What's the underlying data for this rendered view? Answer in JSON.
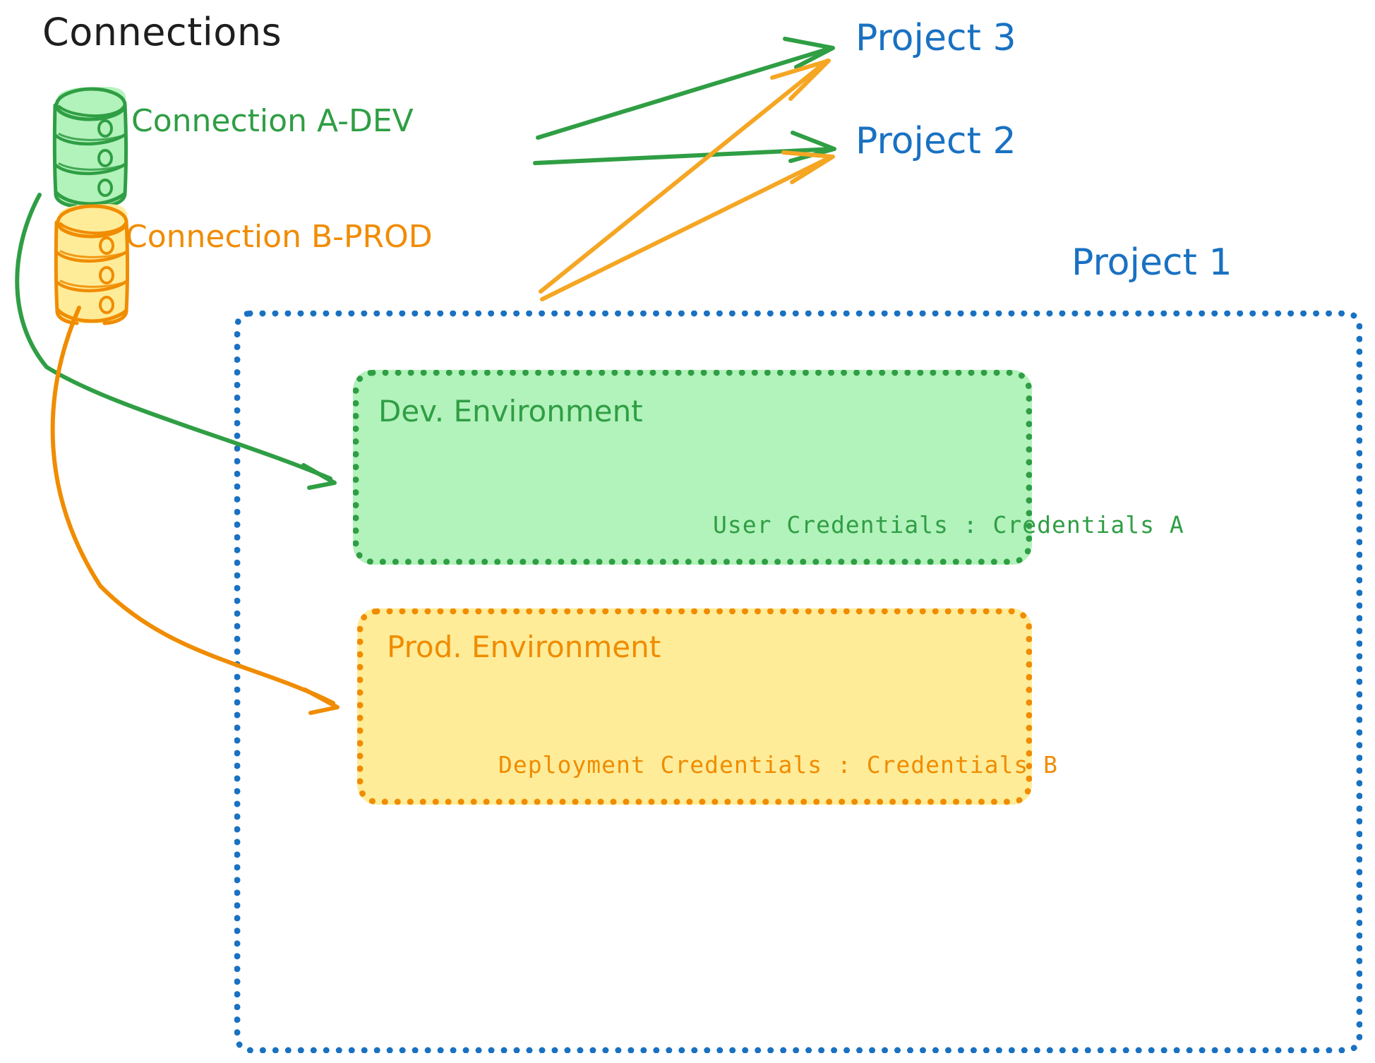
{
  "diagram": {
    "title": "Connections",
    "connections": [
      {
        "id": "a-dev",
        "label": "Connection A-DEV",
        "color": "#2f9e44",
        "icon": "database-cylinder-icon",
        "fill": "#b2f2bb"
      },
      {
        "id": "b-prod",
        "label": "Connection B-PROD",
        "color": "#f08c00",
        "icon": "database-cylinder-icon",
        "fill": "#ffec99"
      }
    ],
    "projects": [
      {
        "id": "project-3",
        "label": "Project 3",
        "color": "#1971c2"
      },
      {
        "id": "project-2",
        "label": "Project 2",
        "color": "#1971c2"
      },
      {
        "id": "project-1",
        "label": "Project 1",
        "color": "#1971c2"
      }
    ],
    "project1": {
      "label": "Project 1",
      "border_color": "#1971c2",
      "environments": [
        {
          "id": "dev",
          "title": "Dev. Environment",
          "credentials_label": "User Credentials : Credentials A",
          "color": "#2f9e44",
          "fill": "#b2f2bb"
        },
        {
          "id": "prod",
          "title": "Prod. Environment",
          "credentials_label": "Deployment Credentials : Credentials B",
          "color": "#f08c00",
          "fill": "#ffec99"
        }
      ]
    },
    "edges": [
      {
        "from": "a-dev",
        "to": "project-3",
        "color": "#2f9e44",
        "style": "straight-arrow"
      },
      {
        "from": "a-dev",
        "to": "project-2",
        "color": "#2f9e44",
        "style": "straight-arrow"
      },
      {
        "from": "a-dev",
        "to": "dev-environment",
        "color": "#2f9e44",
        "style": "curved-arrow"
      },
      {
        "from": "b-prod",
        "to": "project-3",
        "color": "#f5a623",
        "style": "straight-arrow"
      },
      {
        "from": "b-prod",
        "to": "project-2",
        "color": "#f5a623",
        "style": "straight-arrow"
      },
      {
        "from": "b-prod",
        "to": "prod-environment",
        "color": "#f08c00",
        "style": "curved-arrow"
      }
    ],
    "colors": {
      "green_stroke": "#2f9e44",
      "green_fill": "#b2f2bb",
      "orange_stroke": "#f08c00",
      "orange_arrow": "#f5a623",
      "orange_fill": "#ffec99",
      "blue": "#1971c2",
      "text_dark": "#1e1e1e",
      "background": "#ffffff"
    }
  }
}
